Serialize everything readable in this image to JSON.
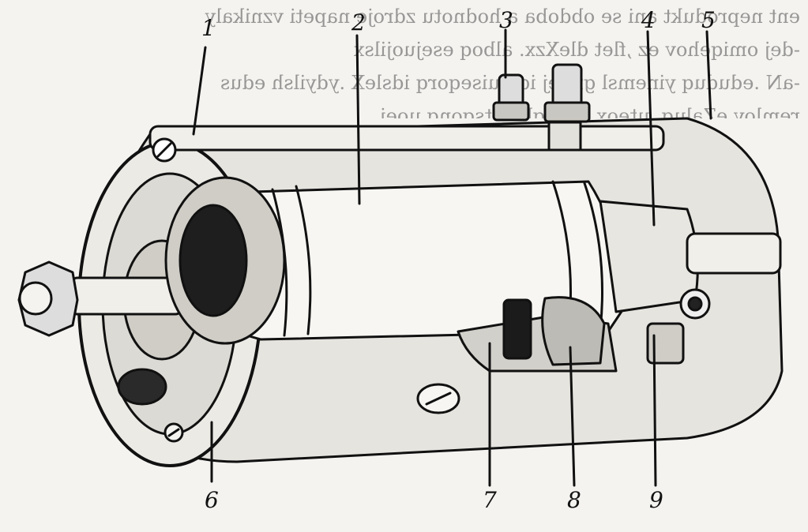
{
  "bleed_through_lines": [
    "ent  neprodukt  ani  se obdoba  a  hodnotu  zdroje  napeti  vznikaly",
    "-dej omiqehov ez ,flet dleXzx. alboq esejuojilsx",
    "-aN .eduduq yinemsl gnbej iqmuiseqorq idsleX .ydyilsh edus",
    "remlov  eZaluq  ,uteox  as  ulgle  lotsqonq  uoej"
  ],
  "callouts": [
    "1",
    "2",
    "3",
    "4",
    "5",
    "6",
    "7",
    "8",
    "9"
  ],
  "colors": {
    "ink": "#111111",
    "paper": "#f4f3f0",
    "shade": "#d8d6d0"
  }
}
